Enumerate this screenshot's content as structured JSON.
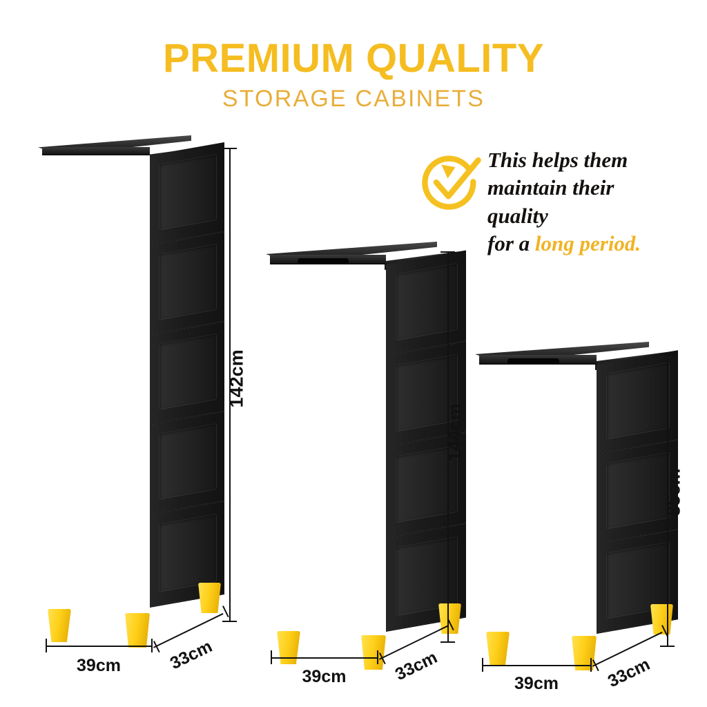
{
  "header": {
    "title": "PREMIUM QUALITY",
    "subtitle": "STORAGE CABINETS",
    "title_color": "#F5BD21",
    "subtitle_color": "#E8AE3A"
  },
  "callout": {
    "icon": "check-circle-arrow-icon",
    "icon_color": "#F5C121",
    "line1": "This helps them",
    "line2": "maintain their",
    "line3": "quality",
    "line4_prefix": "for a ",
    "line4_highlight": "long period.",
    "highlight_color": "#F0B323"
  },
  "products": [
    {
      "id": "cabinet-5-drawer",
      "drawers": 5,
      "height_label": "142cm",
      "width_label": "39cm",
      "depth_label": "33cm"
    },
    {
      "id": "cabinet-4-drawer",
      "drawers": 4,
      "height_label": "144cm",
      "width_label": "39cm",
      "depth_label": "33cm"
    },
    {
      "id": "cabinet-3-drawer",
      "drawers": 3,
      "height_label": "85cm",
      "width_label": "39cm",
      "depth_label": "33cm"
    }
  ],
  "colors": {
    "background": "#FFFFFF",
    "cabinet_body": "#161616",
    "handle_yellow": "#FFD21E",
    "foot_yellow": "#FFD01A",
    "dimension_line": "#111111"
  }
}
